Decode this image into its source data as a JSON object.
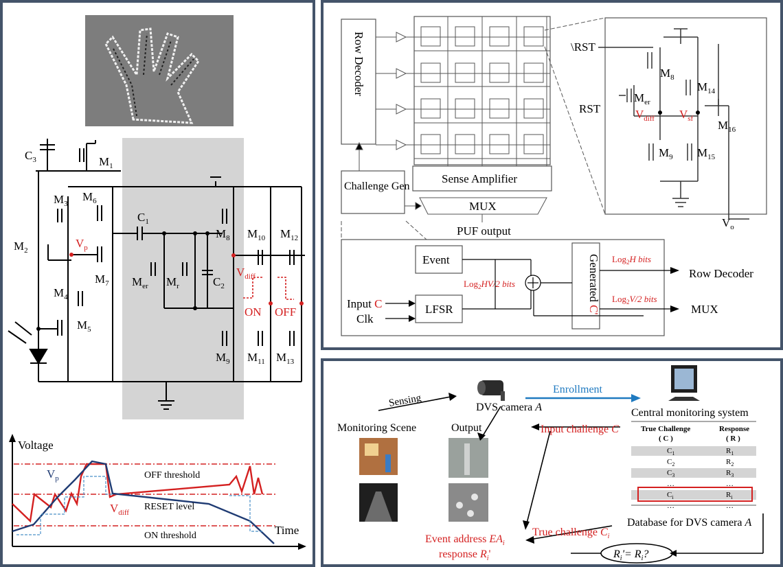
{
  "colors": {
    "frame": "#44546a",
    "accent_red": "#d42020",
    "blue": "#1f3b73",
    "enroll_blue": "#1f7ac0",
    "shade": "#d4d4d4"
  },
  "left": {
    "c3": "C",
    "c3_sub": "3",
    "m1": "M",
    "m1_sub": "1",
    "m2": "M",
    "m2_sub": "2",
    "m3": "M",
    "m3_sub": "3",
    "m4": "M",
    "m4_sub": "4",
    "m5": "M",
    "m5_sub": "5",
    "m6": "M",
    "m6_sub": "6",
    "m7": "M",
    "m7_sub": "7",
    "vp": "V",
    "vp_sub": "p",
    "c1": "C",
    "c1_sub": "1",
    "mer": "M",
    "mer_sub": "er",
    "mr": "M",
    "mr_sub": "r",
    "c2": "C",
    "c2_sub": "2",
    "m8": "M",
    "m8_sub": "8",
    "m9": "M",
    "m9_sub": "9",
    "m10": "M",
    "m10_sub": "10",
    "m11": "M",
    "m11_sub": "11",
    "m12": "M",
    "m12_sub": "12",
    "m13": "M",
    "m13_sub": "13",
    "vdiff": "V",
    "vdiff_sub": "diff",
    "on": "ON",
    "off": "OFF",
    "graph": {
      "voltage": "Voltage",
      "time": "Time",
      "vp": "V",
      "vp_sub": "p",
      "vdiff": "V",
      "vdiff_sub": "diff",
      "off_threshold": "OFF threshold",
      "reset_level": "RESET level",
      "on_threshold": "ON threshold"
    }
  },
  "top_right": {
    "row_decoder": "Row Decoder",
    "challenge_gen": "Challenge Gen",
    "sense_amplifier": "Sense Amplifier",
    "mux": "MUX",
    "puf_output": "PUF output",
    "rst_bar": "\\RST",
    "rst": "RST",
    "m8": "M",
    "m8_sub": "8",
    "mer": "M",
    "mer_sub": "er",
    "m14": "M",
    "m14_sub": "14",
    "m16": "M",
    "m16_sub": "16",
    "m9": "M",
    "m9_sub": "9",
    "m15": "M",
    "m15_sub": "15",
    "vdiff": "V",
    "vdiff_sub": "diff",
    "vsf": "V",
    "vsf_sub": "sf",
    "vo": "V",
    "vo_sub": "o",
    "event": "Event",
    "lfsr": "LFSR",
    "input": "Input",
    "c": "C",
    "clk": "Clk",
    "log_hv": "Log",
    "log_hv_sub": "2",
    "log_hv_rest": "HV/2 bits",
    "generated": "Generated",
    "c_prime": "C'",
    "log_h": "Log",
    "log_h_sub": "2",
    "log_h_rest": "H bits",
    "log_v": "Log",
    "log_v_sub": "2",
    "log_v_rest": "V/2 bits",
    "row_decoder_out": "Row Decoder",
    "mux_out": "MUX"
  },
  "bottom_right": {
    "enrollment": "Enrollment",
    "sensing": "Sensing",
    "dvs_camera": "DVS camera",
    "dvs_camera_a": "A",
    "central": "Central monitoring system",
    "monitoring_scene": "Monitoring Scene",
    "output": "Output",
    "input_challenge": "Input challenge",
    "input_challenge_c": "C",
    "table_head_1": "True Challenge",
    "table_head_1b": "( C )",
    "table_head_2": "Response",
    "table_head_2b": "( R )",
    "rows": [
      {
        "c": "C",
        "cs": "1",
        "r": "R",
        "rs": "1"
      },
      {
        "c": "C",
        "cs": "2",
        "r": "R",
        "rs": "2"
      },
      {
        "c": "C",
        "cs": "3",
        "r": "R",
        "rs": "3"
      },
      {
        "c": "…",
        "cs": "",
        "r": "…",
        "rs": ""
      },
      {
        "c": "C",
        "cs": "i",
        "r": "R",
        "rs": "i"
      },
      {
        "c": "…",
        "cs": "",
        "r": "…",
        "rs": ""
      }
    ],
    "database": "Database for DVS camera",
    "database_a": "A",
    "true_challenge": "True challenge",
    "true_challenge_ci": "C",
    "true_challenge_ci_sub": "i",
    "event_address": "Event address",
    "ea": "EA",
    "ea_sub": "i",
    "response": "response",
    "ri": "R",
    "ri_sub": "i",
    "ri_prime": "'",
    "compare": "R",
    "compare_sub": "i",
    "compare_mid": "'= R",
    "compare_sub2": "i",
    "compare_end": "?"
  }
}
